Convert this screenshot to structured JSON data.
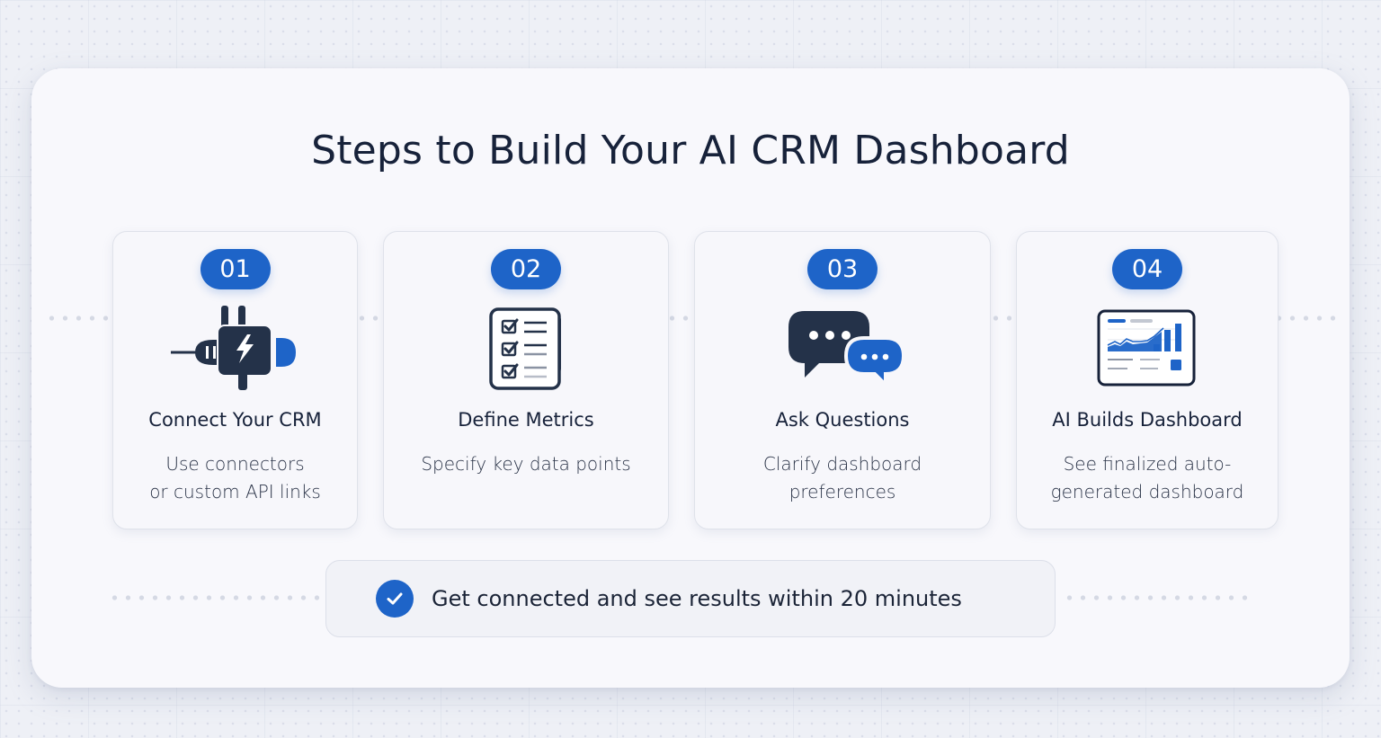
{
  "title": "Steps to Build Your AI CRM Dashboard",
  "colors": {
    "accent": "#1e64c8",
    "dark": "#243249",
    "text": "#17223a",
    "panel": "#f8f8fc",
    "background": "#eef0f6"
  },
  "steps": [
    {
      "number": "01",
      "icon": "plug-connector-icon",
      "title": "Connect Your CRM",
      "description_line1": "Use connectors",
      "description_line2": "or custom API links"
    },
    {
      "number": "02",
      "icon": "checklist-icon",
      "title": "Define Metrics",
      "description_line1": "Specify key data points",
      "description_line2": ""
    },
    {
      "number": "03",
      "icon": "chat-bubbles-icon",
      "title": "Ask Questions",
      "description_line1": "Clarify dashboard",
      "description_line2": "preferences"
    },
    {
      "number": "04",
      "icon": "dashboard-chart-icon",
      "title": "AI Builds Dashboard",
      "description_line1": "See finalized auto-",
      "description_line2": "generated dashboard"
    }
  ],
  "footer": {
    "icon": "checkmark-circle-icon",
    "text": "Get connected and see results within 20 minutes"
  }
}
